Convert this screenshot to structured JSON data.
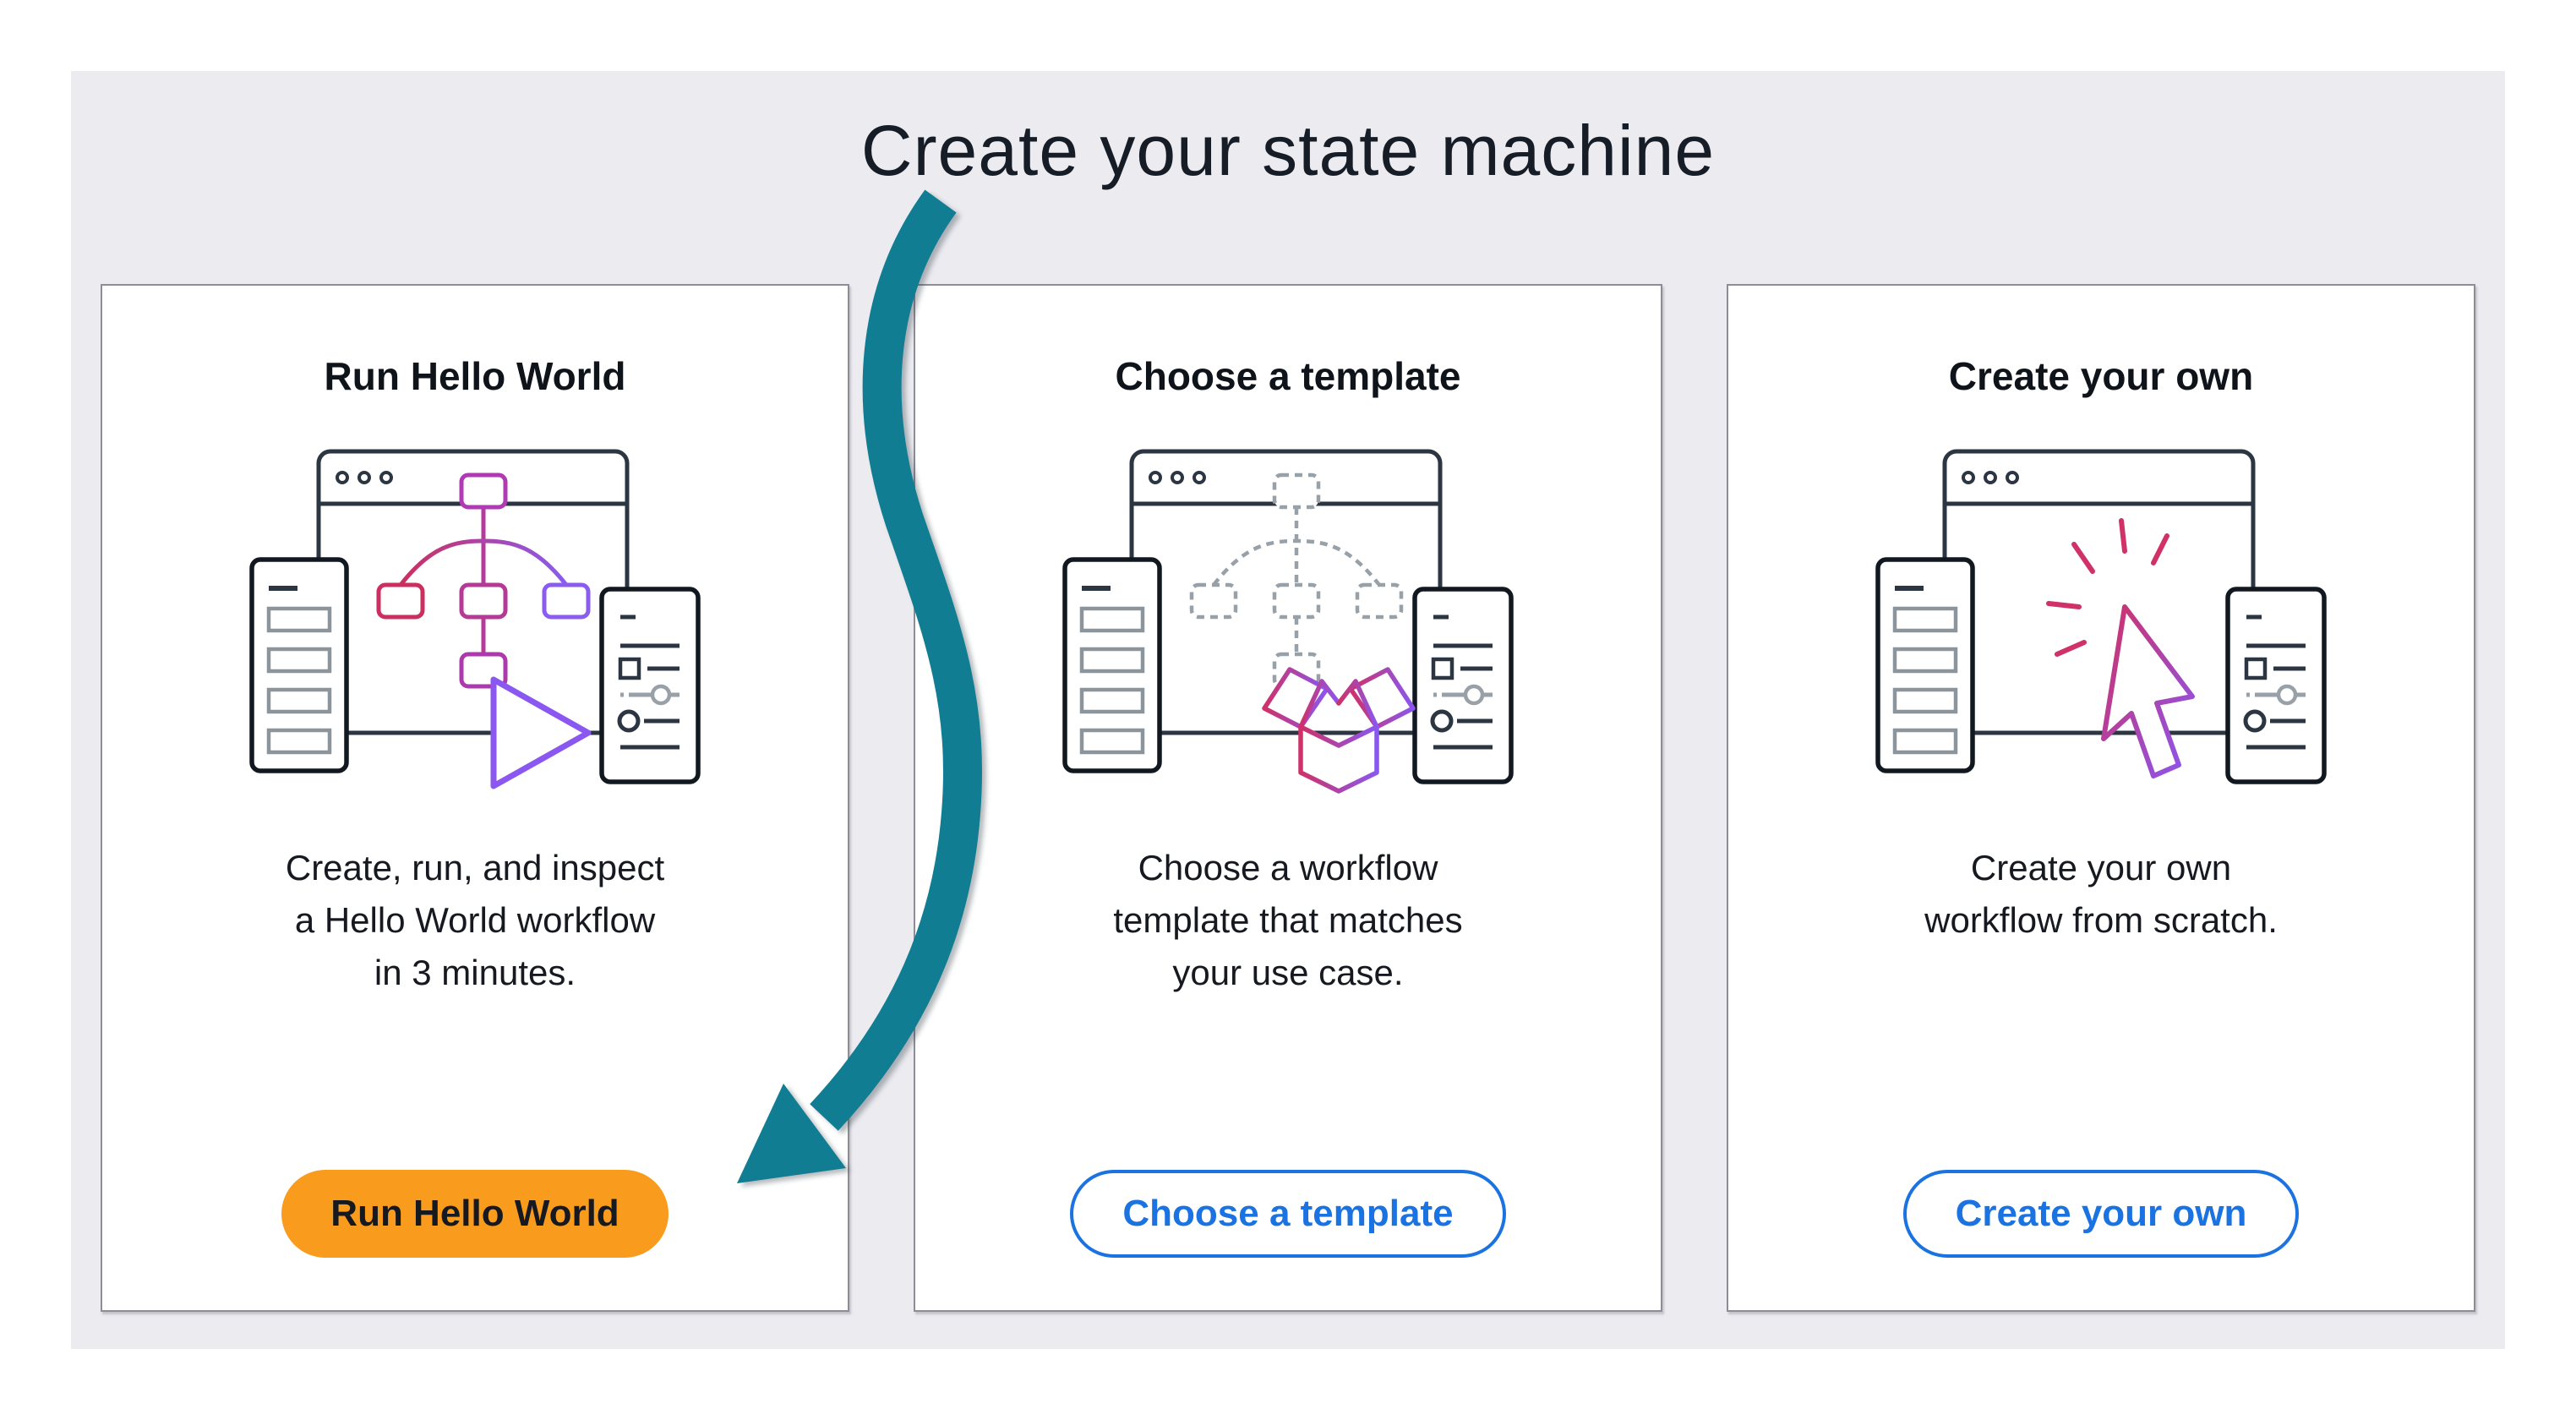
{
  "page_title": "Create your state machine",
  "colors": {
    "panel_background": "#ebebf0",
    "primary_button_orange": "#f99c1d",
    "outline_button_blue": "#1a73e0",
    "annotation_arrow_teal": "#107d93",
    "text_dark": "#16191f",
    "illustration_gradient_start": "#cb2f60",
    "illustration_gradient_end": "#8a5cf0"
  },
  "cards": [
    {
      "title": "Run Hello World",
      "description": "Create, run, and inspect a Hello World workflow in 3 minutes.",
      "description_lines": [
        "Create, run, and inspect",
        "a Hello World workflow",
        "in 3 minutes."
      ],
      "button": {
        "label": "Run Hello World",
        "variant": "primary"
      },
      "illustration_icons": [
        "browser-window-icon",
        "form-panel-icon",
        "settings-panel-icon",
        "workflow-graph-icon",
        "play-icon"
      ]
    },
    {
      "title": "Choose a template",
      "description": "Choose a workflow template that matches your use case.",
      "description_lines": [
        "Choose a workflow",
        "template that matches",
        "your use case."
      ],
      "button": {
        "label": "Choose a template",
        "variant": "outline"
      },
      "illustration_icons": [
        "browser-window-icon",
        "form-panel-icon",
        "settings-panel-icon",
        "workflow-graph-dashed-icon",
        "package-box-icon"
      ]
    },
    {
      "title": "Create your own",
      "description": "Create your own workflow from scratch.",
      "description_lines": [
        "Create your own",
        "workflow from scratch."
      ],
      "button": {
        "label": "Create your own",
        "variant": "outline"
      },
      "illustration_icons": [
        "browser-window-icon",
        "form-panel-icon",
        "settings-panel-icon",
        "cursor-click-icon"
      ]
    }
  ],
  "annotation_arrow": {
    "type": "curved-arrow",
    "color": "#107d93",
    "from": "page-title",
    "points_to": "run-hello-world-button"
  }
}
